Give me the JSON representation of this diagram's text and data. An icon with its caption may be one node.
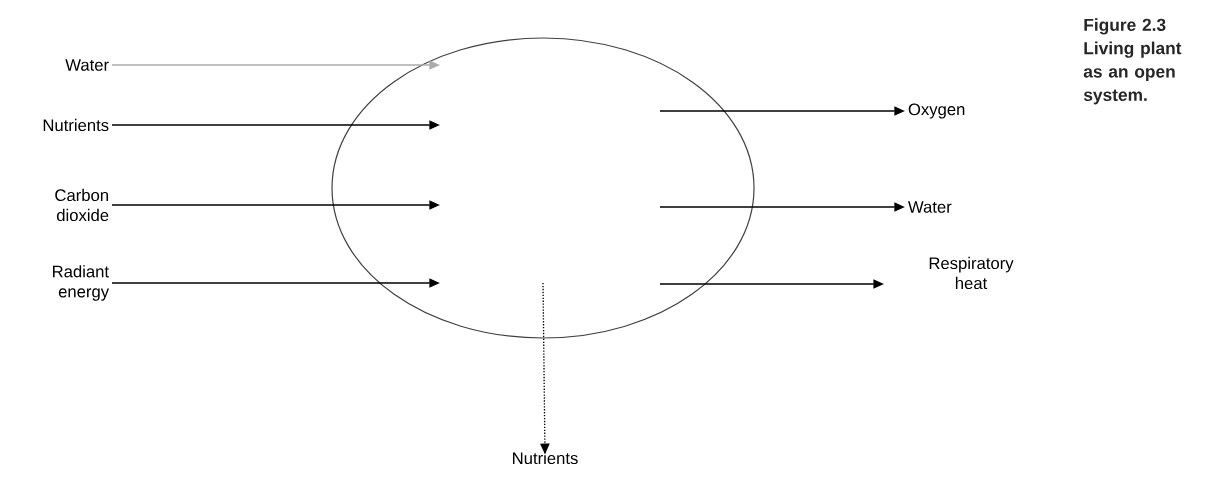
{
  "diagram": {
    "caption": "Figure 2.3 Living plant as an open system.",
    "nodes": [
      {
        "text": [],
        "shape": "ellipse"
      },
      {
        "text": [
          "Water"
        ]
      },
      {
        "text": [
          "Nutrients"
        ]
      },
      {
        "text": [
          "Carbon dioxide"
        ]
      },
      {
        "text": [
          "Radiant energy"
        ]
      },
      {
        "text": [
          "Oxygen"
        ]
      },
      {
        "text": [
          "Water"
        ]
      },
      {
        "text": [
          "Respiratory heat"
        ]
      },
      {
        "text": [
          "Nutrients"
        ]
      }
    ],
    "edges": [
      {
        "from": 1,
        "to": 0,
        "arrow": "to",
        "color": "#aaaaaa"
      },
      {
        "from": 2,
        "to": 0,
        "arrow": "to"
      },
      {
        "from": 3,
        "to": 0,
        "arrow": "to"
      },
      {
        "from": 4,
        "to": 0,
        "arrow": "to"
      },
      {
        "from": 0,
        "to": 5,
        "arrow": "to"
      },
      {
        "from": 0,
        "to": 6,
        "arrow": "to"
      },
      {
        "from": 0,
        "to": 7,
        "arrow": "to"
      },
      {
        "from": 0,
        "to": 8,
        "arrow": "to",
        "style": "dashed"
      }
    ]
  }
}
